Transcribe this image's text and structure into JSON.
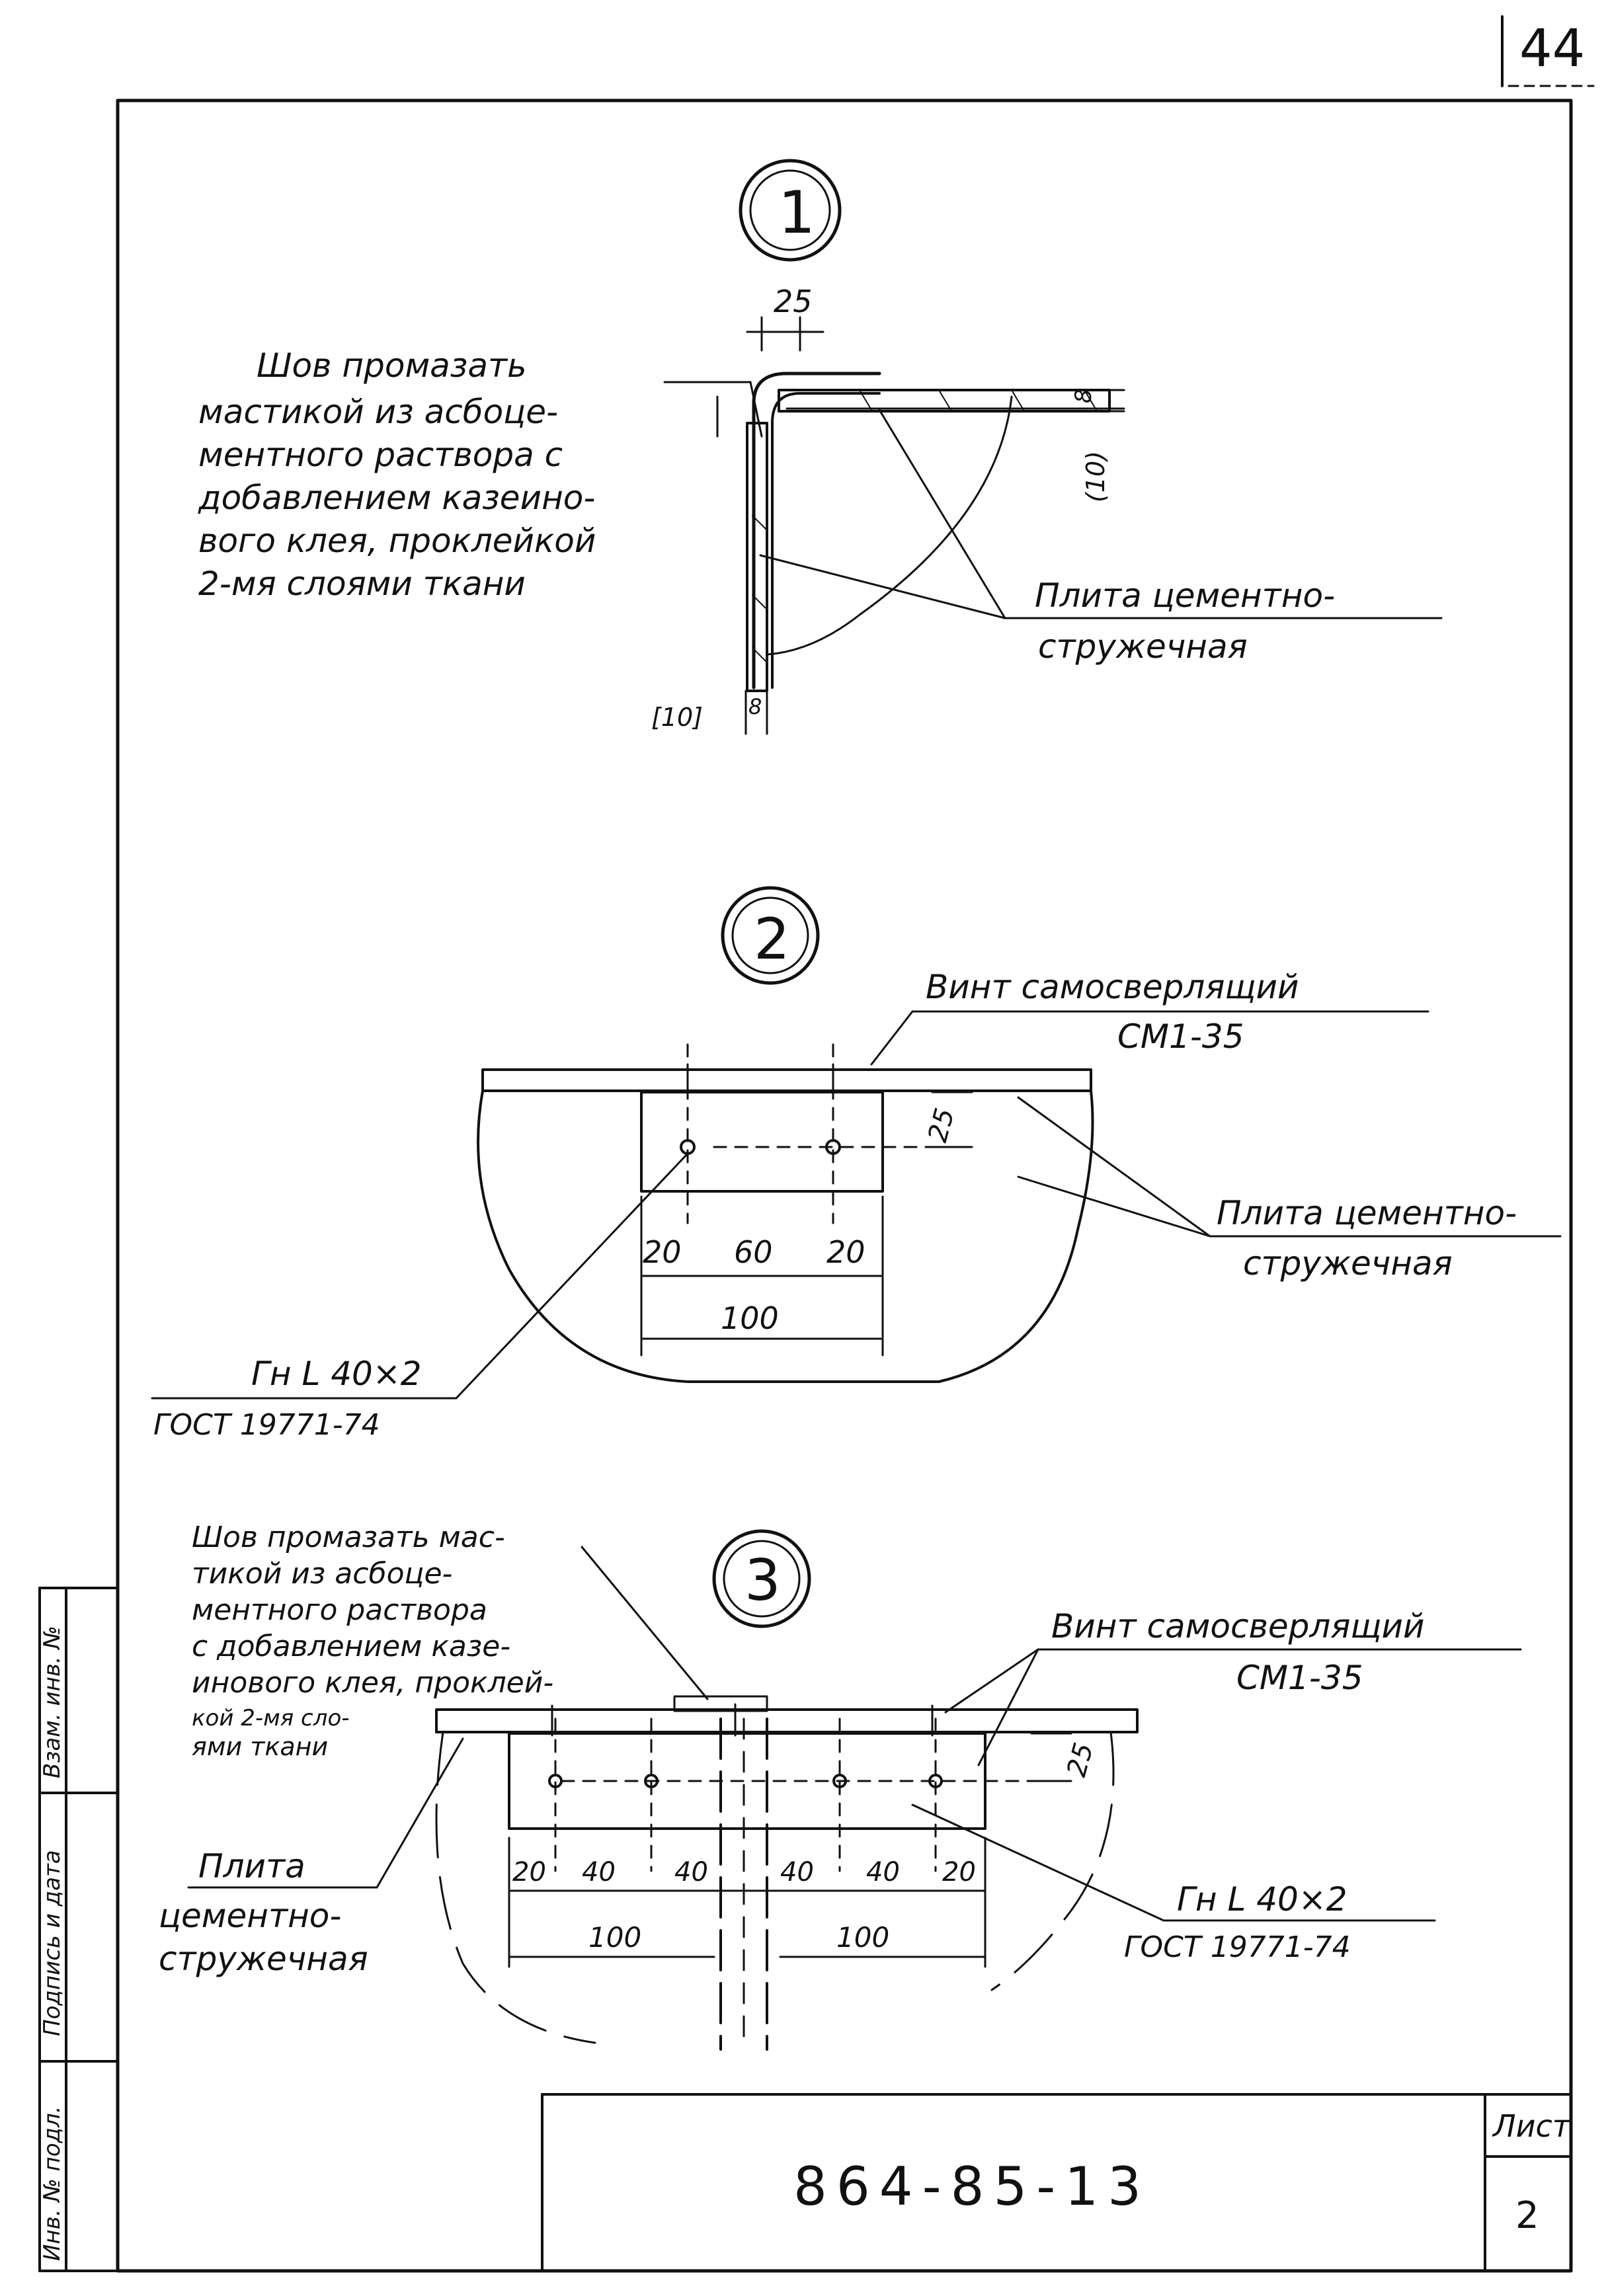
{
  "page_number": "44",
  "title_block": {
    "designation": "864-85-13",
    "sheet_label": "Лист",
    "sheet_number": "2"
  },
  "side_stamp": {
    "cells": [
      "Инв. № подл.",
      "Подпись и дата",
      "Взам. инв. №"
    ]
  },
  "detail1": {
    "marker": "1",
    "dim_top": "25",
    "dim_right": "(10)",
    "dim_right_b": "8",
    "dim_bottom": "[10]",
    "dim_bottom_b": "8",
    "seam_note": [
      "Шов промазать",
      "мастикой из асбоце-",
      "ментного раствора с",
      "добавлением казеино-",
      "вого клея, проклейкой",
      "2-мя слоями ткани"
    ],
    "plate_label": [
      "Плита цементно-",
      "стружечная"
    ]
  },
  "detail2": {
    "marker": "2",
    "screw_label": [
      "Винт самосверлящий",
      "СМ1-35"
    ],
    "plate_label": [
      "Плита цементно-",
      "стружечная"
    ],
    "dims": [
      "20",
      "60",
      "20",
      "100",
      "25"
    ],
    "profile_label": [
      "Гн L 40×2",
      "ГОСТ 19771-74"
    ]
  },
  "detail3": {
    "marker": "3",
    "seam_note": [
      "Шов промазать мас-",
      "тикой из асбоце-",
      "ментного раствора",
      "с добавлением казе-",
      "инового клея, проклей-",
      "кой 2-мя сло-",
      "ями ткани"
    ],
    "screw_label": [
      "Винт самосверлящий",
      "СМ1-35"
    ],
    "plate_label": [
      "Плита",
      "цементно-",
      "стружечная"
    ],
    "dims": [
      "20",
      "40",
      "40",
      "40",
      "40",
      "20",
      "100",
      "100",
      "25"
    ],
    "profile_label": [
      "Гн L 40×2",
      "ГОСТ 19771-74"
    ]
  }
}
